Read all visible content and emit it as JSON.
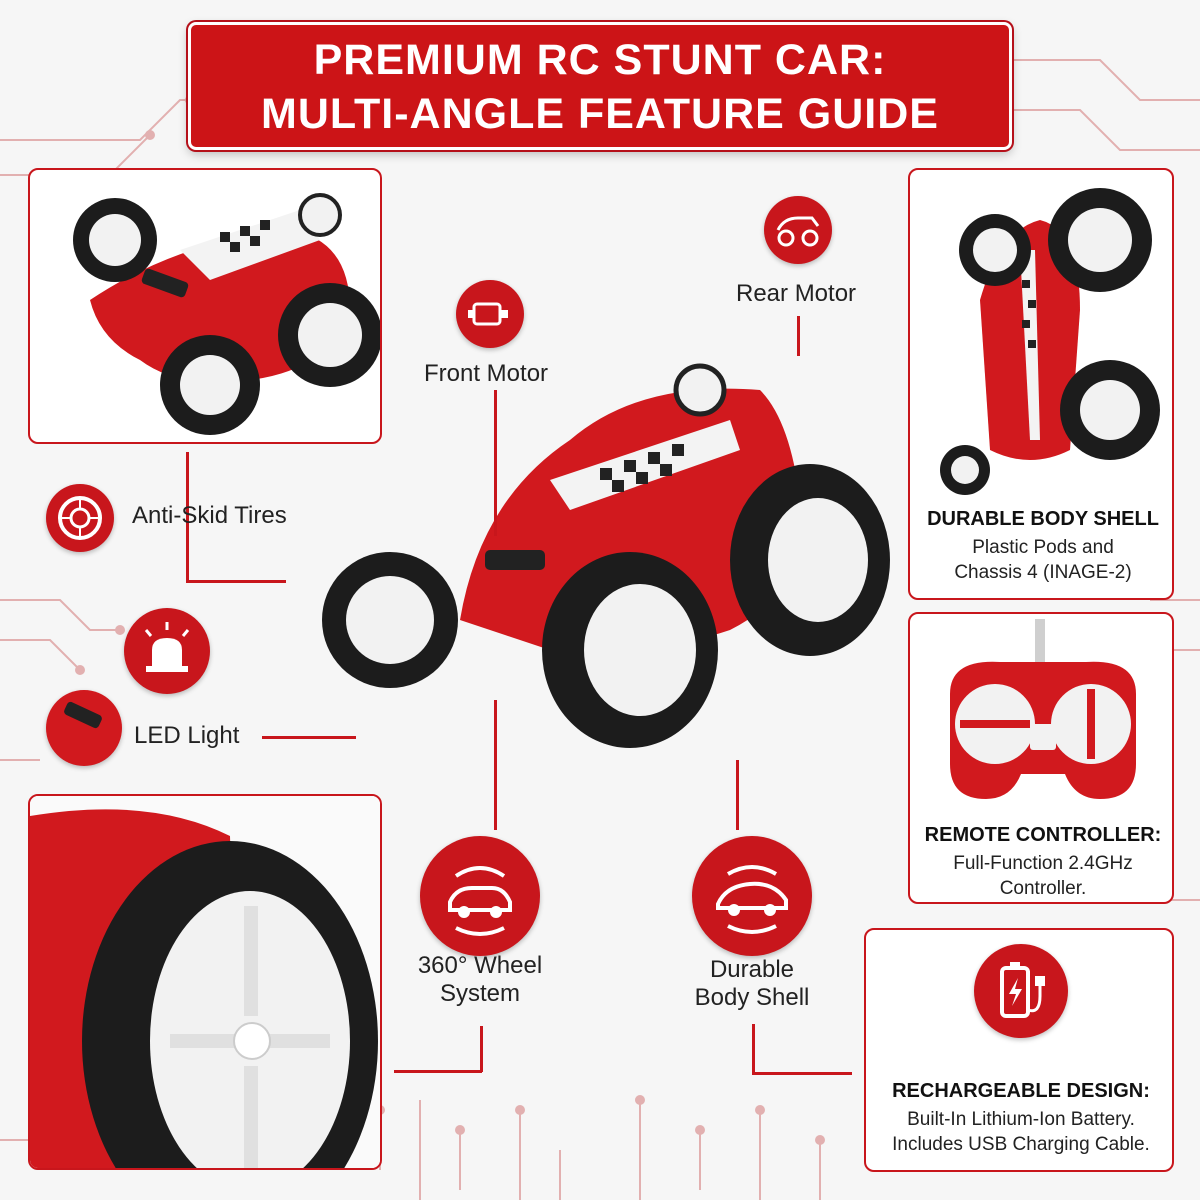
{
  "title": {
    "line1": "PREMIUM RC STUNT CAR:",
    "line2": "MULTI-ANGLE FEATURE GUIDE"
  },
  "callouts": {
    "rear_motor": "Rear Motor",
    "front_motor": "Front Motor",
    "anti_skid": "Anti-Skid Tires",
    "led_light": "LED Light",
    "wheel_system_line1": "360° Wheel",
    "wheel_system_line2": "System",
    "body_shell_line1": "Durable",
    "body_shell_line2": "Body Shell"
  },
  "panels": {
    "body_shell": {
      "heading": "DURABLE BODY SHELL",
      "line1": "Plastic Pods and",
      "line2": "Chassis 4 (INAGE-2)"
    },
    "remote": {
      "heading": "REMOTE CONTROLLER:",
      "line1": "Full-Function 2.4GHz",
      "line2": "Controller."
    },
    "rechargeable": {
      "heading": "RECHARGEABLE DESIGN:",
      "line1": "Built-In Lithium-Ion Battery.",
      "line2": "Includes USB Charging Cable."
    }
  },
  "colors": {
    "brand_red": "#c8161c",
    "title_red": "#cc1417",
    "tire": "#1c1c1c",
    "rim": "#f2f2f2",
    "background": "#f6f6f6"
  },
  "icons": [
    "rear-motor-icon",
    "front-motor-icon",
    "tire-icon",
    "siren-icon",
    "car-rotate-icon",
    "car-shell-icon",
    "battery-charge-icon"
  ]
}
